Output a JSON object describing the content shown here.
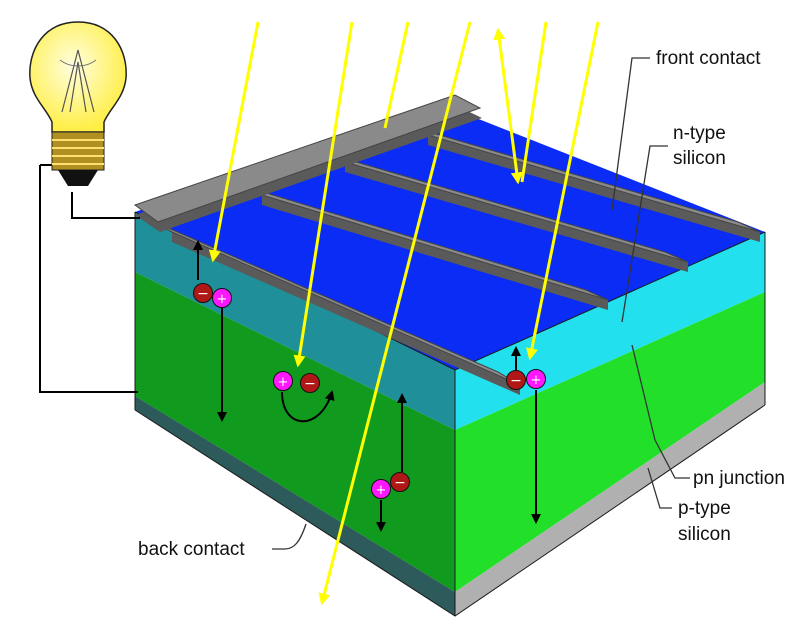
{
  "labels": {
    "front_contact": "front contact",
    "n_type_line1": "n-type",
    "n_type_line2": "silicon",
    "pn_junction": "pn junction",
    "p_type_line1": "p-type",
    "p_type_line2": "silicon",
    "back_contact": "back contact"
  },
  "charges": {
    "electron_sign": "−",
    "hole_sign": "+"
  },
  "colors": {
    "background": "#ffffff",
    "n_layer_top": "#0a2cf5",
    "n_layer_front": "#22e0ee",
    "n_layer_left": "#1f8f9a",
    "p_layer_front": "#22e02a",
    "p_layer_left": "#109a1e",
    "back_contact_front": "#b0b0b0",
    "back_contact_left": "#2d5a5a",
    "grid_top": "#8a8a8a",
    "grid_side": "#5a5a5a",
    "light_ray": "#ffff00",
    "electron": "#b01818",
    "hole": "#ff18ff",
    "bulb_glass": "#ffff88",
    "wire": "#000000"
  },
  "icons": {
    "light_source": "light-bulb-icon"
  }
}
